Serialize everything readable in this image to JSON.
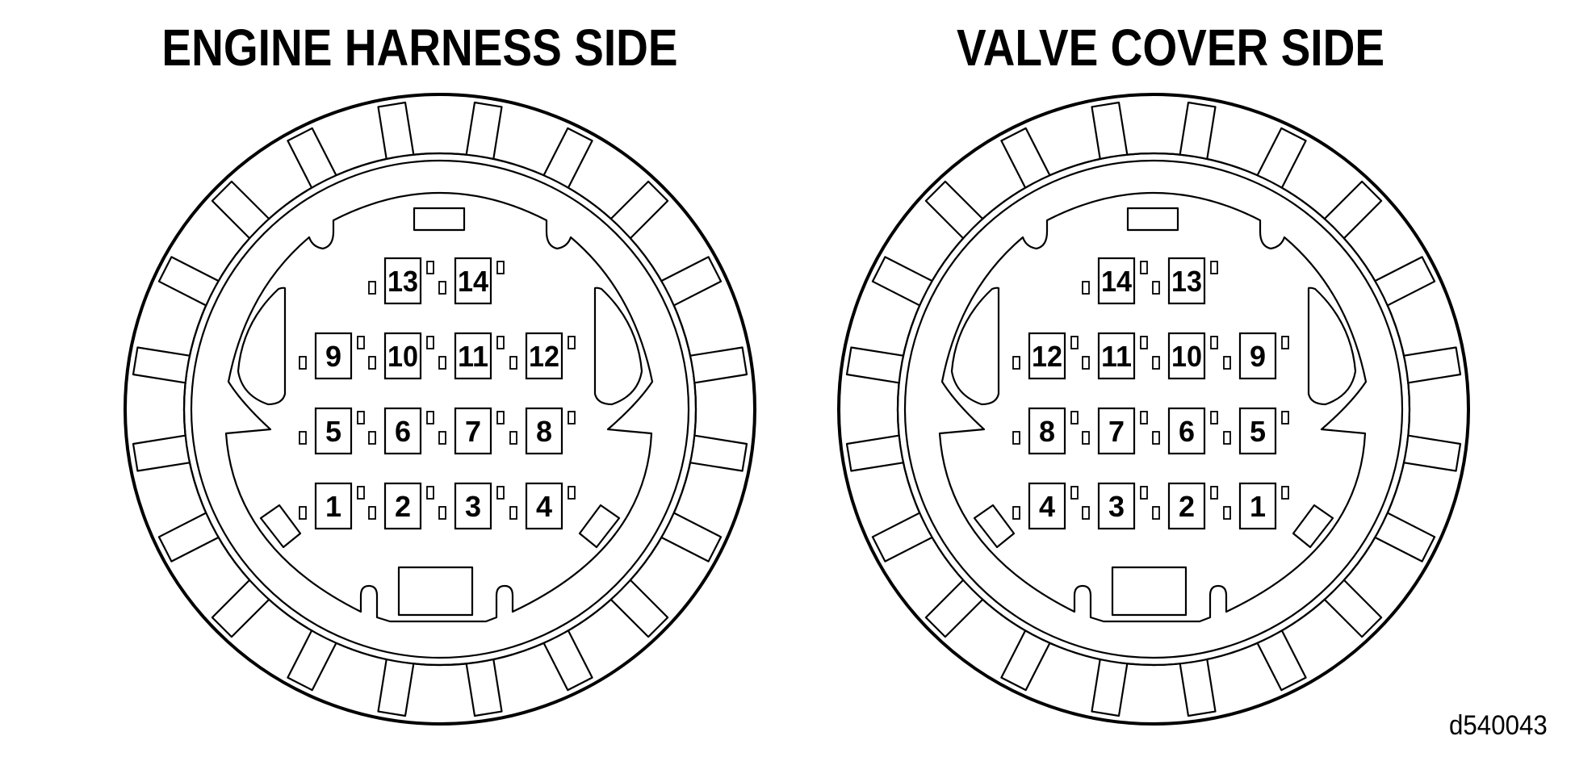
{
  "figure_id": "d540043",
  "colors": {
    "line": "#000000",
    "background": "#ffffff"
  },
  "connectors": [
    {
      "id": "engine-harness",
      "title": "ENGINE HARNESS SIDE",
      "rows": [
        [
          "13",
          "14"
        ],
        [
          "9",
          "10",
          "11",
          "12"
        ],
        [
          "5",
          "6",
          "7",
          "8"
        ],
        [
          "1",
          "2",
          "3",
          "4"
        ]
      ]
    },
    {
      "id": "valve-cover",
      "title": "VALVE COVER SIDE",
      "rows": [
        [
          "14",
          "13"
        ],
        [
          "12",
          "11",
          "10",
          "9"
        ],
        [
          "8",
          "7",
          "6",
          "5"
        ],
        [
          "4",
          "3",
          "2",
          "1"
        ]
      ]
    }
  ]
}
